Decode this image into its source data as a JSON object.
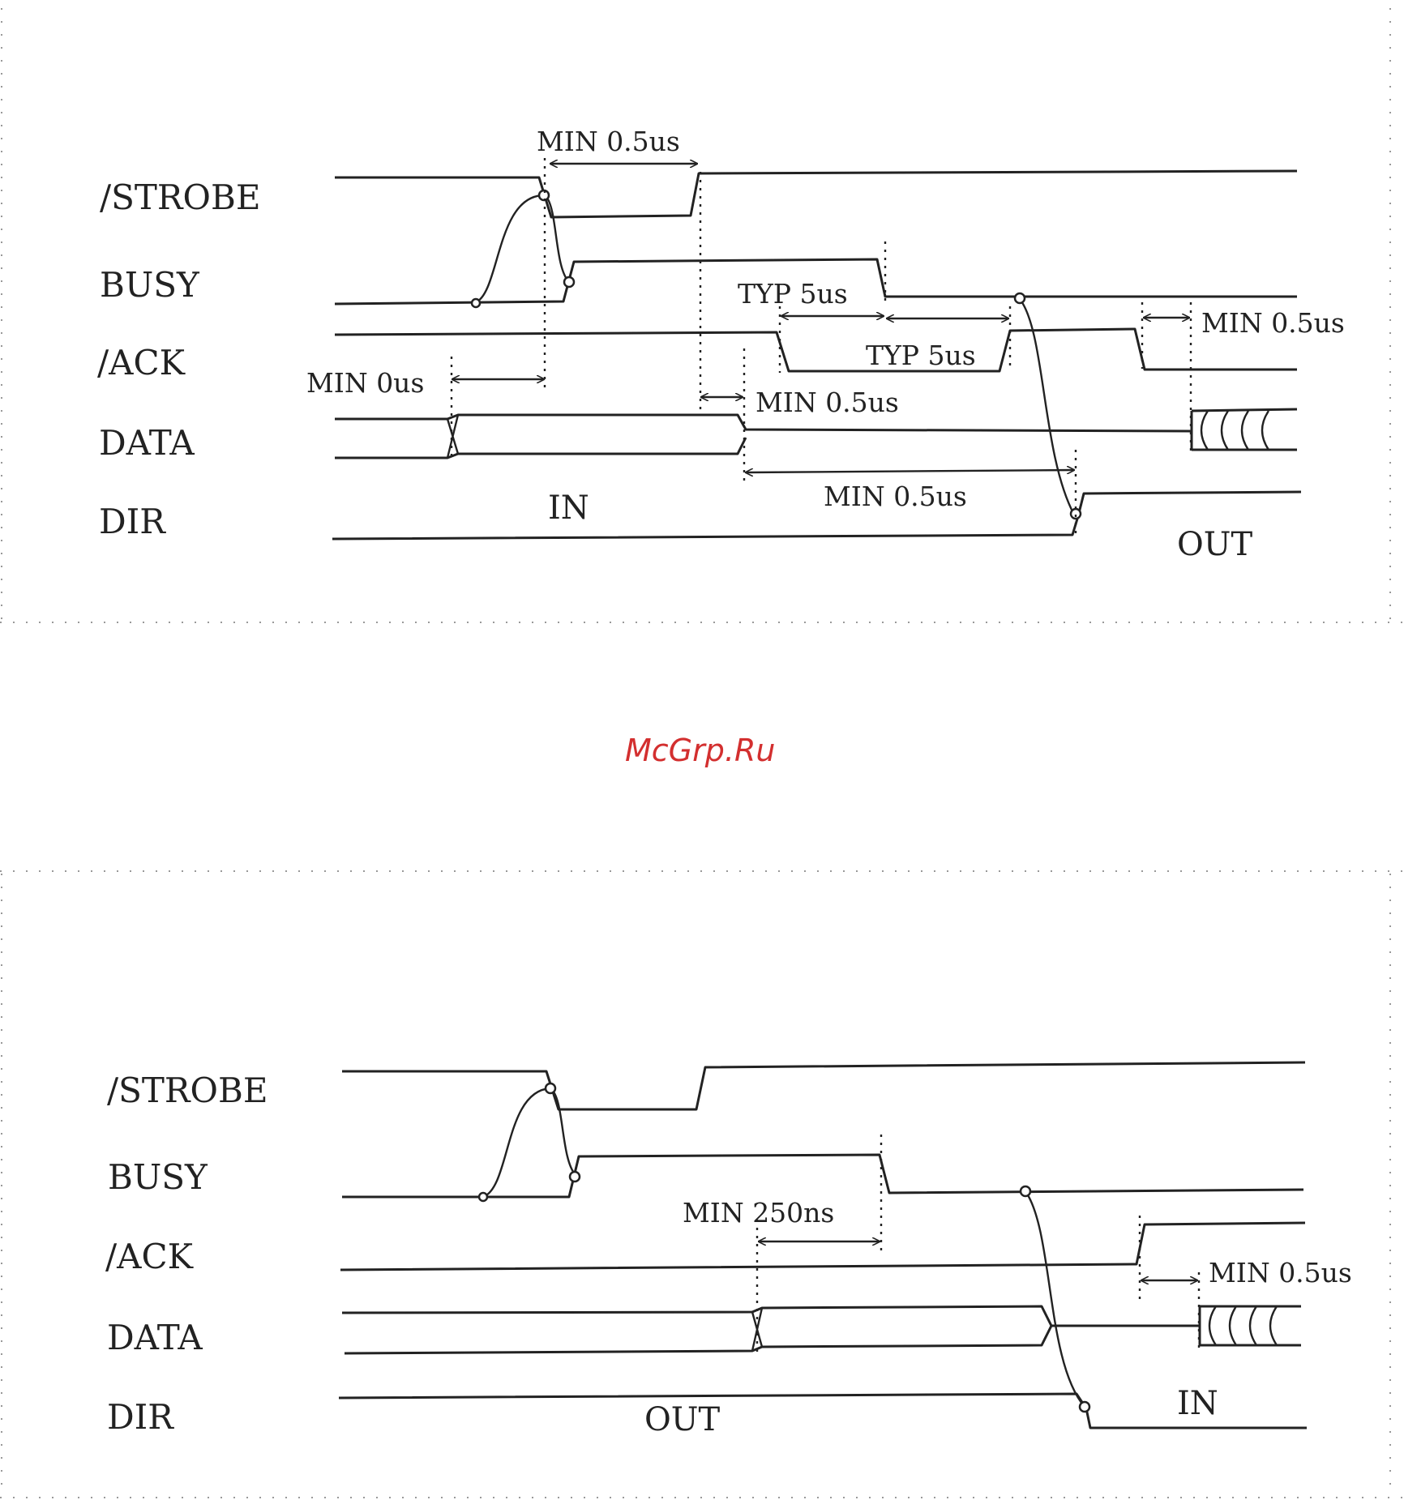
{
  "watermark": {
    "text": "McGrp.Ru",
    "color": "#d32f2f"
  },
  "top_diagram": {
    "signals": [
      "/STROBE",
      "BUSY",
      "/ACK",
      "DATA",
      "DIR"
    ],
    "annotations": {
      "strobe_width": "MIN 0.5us",
      "data_setup": "MIN 0us",
      "data_hold": "MIN 0.5us",
      "busy_ack": "TYP 5us",
      "ack_width": "TYP 5us",
      "ack_out": "MIN 0.5us",
      "dir_delay": "MIN 0.5us"
    },
    "dir_in": "IN",
    "dir_out": "OUT"
  },
  "bottom_diagram": {
    "signals": [
      "/STROBE",
      "BUSY",
      "/ACK",
      "DATA",
      "DIR"
    ],
    "annotations": {
      "data_busy": "MIN 250ns",
      "ack_in": "MIN 0.5us"
    },
    "dir_out": "OUT",
    "dir_in": "IN"
  }
}
